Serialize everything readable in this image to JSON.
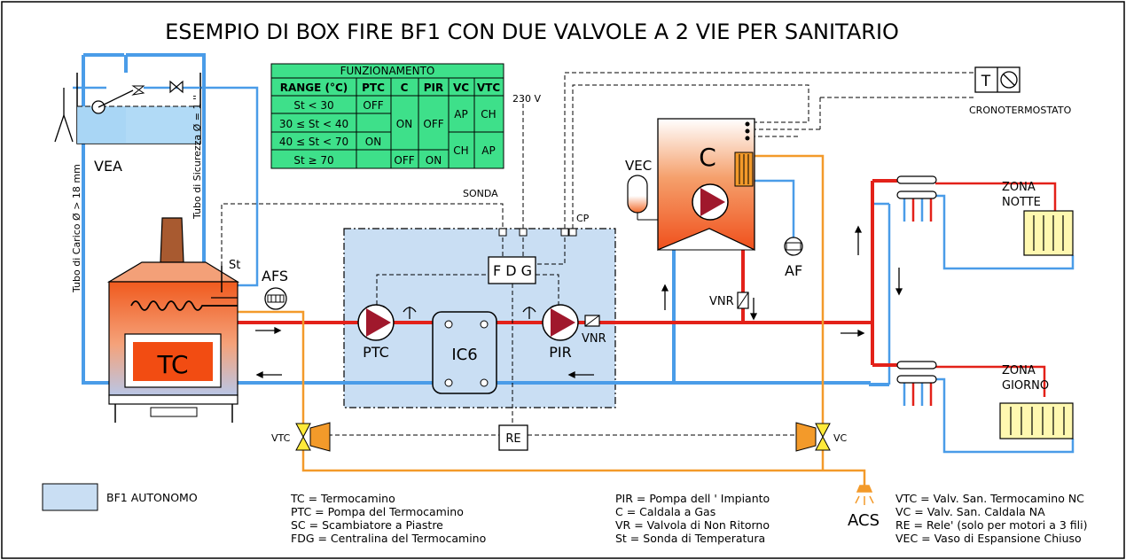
{
  "title": "ESEMPIO DI BOX FIRE BF1 CON DUE VALVOLE A 2 VIE PER SANITARIO",
  "colors": {
    "hot": "#e32119",
    "cold": "#4a9ce8",
    "dhw": "#f39a2a",
    "box": "#c9def3",
    "table": "#3ee08a"
  },
  "table": {
    "header": "FUNZIONAMENTO",
    "columns": [
      "RANGE (°C)",
      "PTC",
      "C",
      "PIR",
      "VC",
      "VTC"
    ],
    "ranges": [
      "St < 30",
      "30 ≤ St < 40",
      "40 ≤ St < 70",
      "St ≥ 70"
    ],
    "cells": {
      "ptc_off": "OFF",
      "ptc_on": "ON",
      "c_on": "ON",
      "c_off": "OFF",
      "pir_off": "OFF",
      "pir_on": "ON",
      "vc_ap": "AP",
      "vc_ch": "CH",
      "vtc_ch": "CH",
      "vtc_ap": "AP"
    }
  },
  "labels": {
    "vea": "VEA",
    "tc": "TC",
    "st": "St",
    "afs": "AFS",
    "ptc": "PTC",
    "ic6": "IC6",
    "pir": "PIR",
    "vnr": "VNR",
    "vnr2": "VNR",
    "fdg": "F D G",
    "sonda": "SONDA",
    "cp": "CP",
    "v230": "230 V",
    "re": "RE",
    "vtc": "VTC",
    "vc": "VC",
    "c": "C",
    "vec": "VEC",
    "af": "AF",
    "acs": "ACS",
    "crono": "CRONOTERMOSTATO",
    "crono_t": "T",
    "zona_notte_1": "ZONA",
    "zona_notte_2": "NOTTE",
    "zona_giorno_1": "ZONA",
    "zona_giorno_2": "GIORNO",
    "tubo_carico": "Tubo di Carico Ø > 18 mm",
    "tubo_sicurezza": "Tubo di Sicurezza Ø = 1 ''",
    "bf1": "BF1 AUTONOMO"
  },
  "legend": {
    "col1": [
      "TC   = Termocamino",
      "PTC = Pompa del Termocamino",
      "SC   = Scambiatore a Piastre",
      "FDG = Centralina del Termocamino"
    ],
    "col2": [
      "PIR = Pompa dell ' Impianto",
      "C      = Caldala a Gas",
      "VR    = Valvola di Non Ritorno",
      "St     = Sonda di Temperatura"
    ],
    "col3": [
      "VTC = Valv. San. Termocamino NC",
      "VC   = Valv. San. Caldala NA",
      "RE   = Rele' (solo per motori a 3 fili)",
      "VEC = Vaso di Espansione Chiuso"
    ]
  }
}
